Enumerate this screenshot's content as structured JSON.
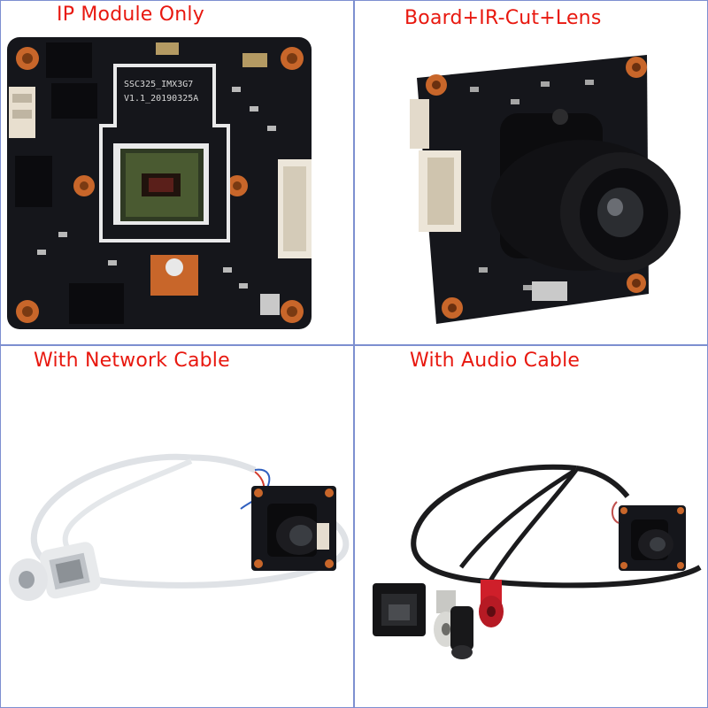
{
  "panels": {
    "top_left": {
      "caption": "IP Module Only"
    },
    "top_right": {
      "caption": "Board+IR-Cut+Lens"
    },
    "bottom_left": {
      "caption": "With Network Cable"
    },
    "bottom_right": {
      "caption": "With Audio Cable"
    }
  },
  "board_text": {
    "model": "SSC325_IMX3G7",
    "version": "V1.1_20190325A"
  },
  "colors": {
    "caption": "#e8180f",
    "frame": "#7d8fd0",
    "pcb": "#15161b",
    "pad": "#c8662a",
    "cable_white": "#dfe2e6",
    "cable_black": "#1b1b1d",
    "rca_red": "#cf1f2a"
  }
}
